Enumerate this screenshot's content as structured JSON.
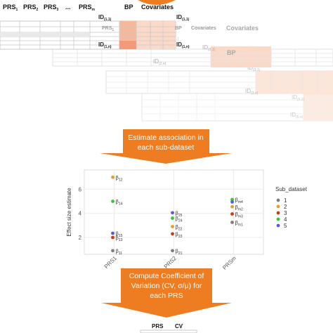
{
  "matrix": {
    "prs_headers": [
      {
        "base": "PRS",
        "sub": "1"
      },
      {
        "base": "PRS",
        "sub": "2"
      },
      {
        "base": "PRS",
        "sub": "3"
      },
      {
        "base": "...",
        "sub": ""
      },
      {
        "base": "PRS",
        "sub": "m"
      }
    ],
    "id_first": {
      "base": "ID",
      "sub": "(1,1)"
    },
    "id_last": {
      "base": "ID",
      "sub": "(1,n)"
    },
    "bp_label": "BP",
    "covariates_label": "Covariates",
    "layer_ids": [
      {
        "first": {
          "base": "ID",
          "sub": "(2,1)"
        },
        "last": {
          "base": "ID",
          "sub": "(2,n)"
        }
      },
      {
        "first": {
          "base": "ID",
          "sub": "(3,1)"
        },
        "last": {
          "base": "ID",
          "sub": "(3,n)"
        }
      },
      {
        "first": {
          "base": "ID",
          "sub": "(5,1)"
        },
        "last": {
          "base": "ID",
          "sub": "(5,n)"
        }
      }
    ],
    "colors": {
      "line": "#c8c8c8",
      "bp_fill": "#f6b79c",
      "cov_fill": "#fbd9c8",
      "accent_row": "#f39a78"
    }
  },
  "arrows": [
    {
      "line1": "Estimate association in",
      "line2": "each sub-dataset"
    },
    {
      "line1": "Compute Coefficient of",
      "line2": "Variation (CV, σ/μ) for",
      "line3": "each PRS"
    }
  ],
  "arrow_color": "#ee7d22",
  "chart_data": {
    "type": "scatter",
    "ylabel": "Effect size estimate",
    "xlabel": "",
    "categories": [
      "PRS1",
      "PRS2",
      "PRSm"
    ],
    "yticks": [
      "2",
      "4",
      "6"
    ],
    "ylim": [
      0.6,
      7.6
    ],
    "grid": true,
    "legend_title": "Sub_dataset",
    "legend_position": "right",
    "series": [
      {
        "name": "1",
        "color": "#7f7f7f",
        "values": [
          0.9,
          0.9,
          3.25
        ]
      },
      {
        "name": "2",
        "color": "#e1a028",
        "values": [
          7.0,
          2.9,
          4.55
        ]
      },
      {
        "name": "3",
        "color": "#d0371c",
        "values": [
          2.0,
          2.3,
          3.95
        ]
      },
      {
        "name": "4",
        "color": "#3cc23c",
        "values": [
          5.0,
          3.6,
          5.15
        ]
      },
      {
        "name": "5",
        "color": "#5a5adc",
        "values": [
          2.35,
          4.05,
          4.95
        ]
      }
    ],
    "point_labels": [
      {
        "category": "PRS1",
        "y": 7.0,
        "base": "β",
        "sub": "12"
      },
      {
        "category": "PRS1",
        "y": 5.0,
        "base": "β",
        "sub": "14"
      },
      {
        "category": "PRS1",
        "y": 2.35,
        "base": "β",
        "sub": "15"
      },
      {
        "category": "PRS1",
        "y": 2.0,
        "base": "β",
        "sub": "13"
      },
      {
        "category": "PRS1",
        "y": 0.9,
        "base": "β",
        "sub": "11"
      },
      {
        "category": "PRS2",
        "y": 4.05,
        "base": "β",
        "sub": "25"
      },
      {
        "category": "PRS2",
        "y": 3.6,
        "base": "β",
        "sub": "24"
      },
      {
        "category": "PRS2",
        "y": 2.9,
        "base": "β",
        "sub": "22"
      },
      {
        "category": "PRS2",
        "y": 2.3,
        "base": "β",
        "sub": "23"
      },
      {
        "category": "PRS2",
        "y": 0.9,
        "base": "β",
        "sub": "21"
      },
      {
        "category": "PRSm",
        "y": 5.15,
        "base": "β",
        "sub": "m4"
      },
      {
        "category": "PRSm",
        "y": 4.55,
        "base": "β",
        "sub": "m2"
      },
      {
        "category": "PRSm",
        "y": 3.95,
        "base": "β",
        "sub": "m3"
      },
      {
        "category": "PRSm",
        "y": 3.25,
        "base": "β",
        "sub": "m1"
      }
    ]
  },
  "bottom_table": {
    "col1": "PRS",
    "col2": "CV"
  }
}
